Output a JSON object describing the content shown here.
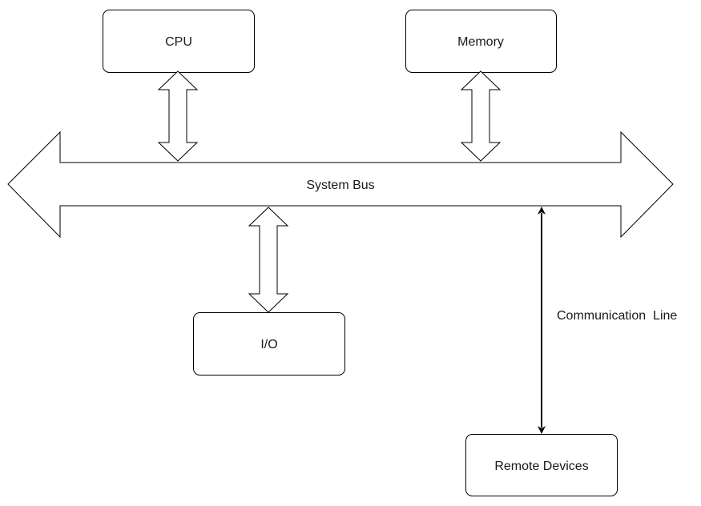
{
  "diagram": {
    "nodes": {
      "cpu": {
        "label": "CPU"
      },
      "memory": {
        "label": "Memory"
      },
      "io": {
        "label": "I/O"
      },
      "remote": {
        "label": "Remote Devices"
      }
    },
    "bus": {
      "label": "System Bus"
    },
    "communication_line": {
      "label": "Communication  Line"
    }
  },
  "colors": {
    "stroke": "#000000",
    "fill": "#ffffff",
    "text": "#1a1a1a"
  }
}
